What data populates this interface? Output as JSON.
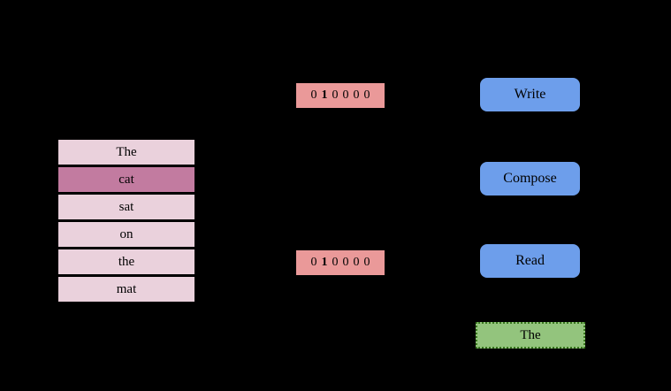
{
  "colors": {
    "background": "#000000",
    "token_row": "#ead1dc",
    "token_row_highlight": "#c27ba0",
    "one_hot_box": "#ea9999",
    "operation_box": "#6d9eeb",
    "output_box_fill": "#93c47d",
    "output_box_border": "#38761d",
    "text": "#000000"
  },
  "token_list": {
    "rows": [
      {
        "label": "The",
        "highlighted": false
      },
      {
        "label": "cat",
        "highlighted": true
      },
      {
        "label": "sat",
        "highlighted": false
      },
      {
        "label": "on",
        "highlighted": false
      },
      {
        "label": "the",
        "highlighted": false
      },
      {
        "label": "mat",
        "highlighted": false
      }
    ]
  },
  "one_hot_vectors": {
    "top": {
      "digits": [
        "0",
        "1",
        "0",
        "0",
        "0",
        "0"
      ],
      "hot_index": 1
    },
    "bottom": {
      "digits": [
        "0",
        "1",
        "0",
        "0",
        "0",
        "0"
      ],
      "hot_index": 1
    }
  },
  "operations": {
    "write": {
      "label": "Write"
    },
    "compose": {
      "label": "Compose"
    },
    "read": {
      "label": "Read"
    }
  },
  "output_box": {
    "label": "The"
  }
}
